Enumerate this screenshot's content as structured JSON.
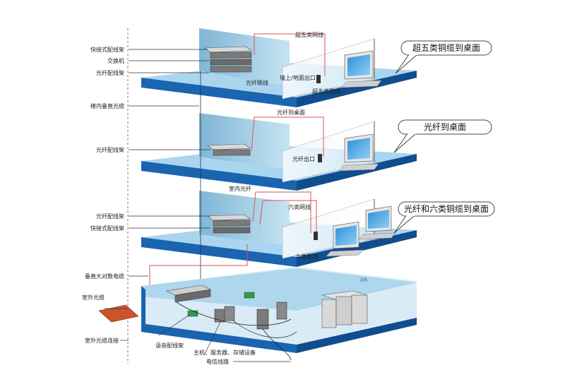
{
  "left_labels": {
    "patch_panel_top": "快接式配线架",
    "switch": "交换机",
    "fiber_panel_top": "光纤配线架",
    "vertical_fiber": "楼内垂直光缆",
    "fiber_panel_mid": "光纤配线架",
    "fiber_panel_low": "光纤配线架",
    "patch_panel_low": "快接式配线架",
    "vertical_copper": "垂直大对数电缆",
    "outdoor_fiber": "室外光缆",
    "outdoor_fiber_conn": "室外光缆连接",
    "voice_panel": "语音配线架",
    "hosts": "主机、服务器、存储设备",
    "telecom_line": "电信线路"
  },
  "floor_labels": {
    "cat5_network": "超五类网线",
    "fiber_jumper": "光纤跳线",
    "outlet": "墙上/地面出口",
    "cat5_jumper": "超五类跳线",
    "fiber_to_desk": "光纤到桌面",
    "fiber_outlet": "光纤出口",
    "indoor_fiber": "室内光纤",
    "cat6_network": "六类网线",
    "cat6_jumper": "六类跳线",
    "small_tag": "总机"
  },
  "callouts": {
    "c1": "超五类铜缆到桌面",
    "c2": "光纤到桌面",
    "c3": "光纤和六类铜缆到桌面"
  },
  "colors": {
    "floor_top": "#a9d6ee",
    "floor_edge": "#1a64b0",
    "wall_panel": "#8cc0dc",
    "cable_red": "#d9534f",
    "line_dark": "#333333"
  }
}
